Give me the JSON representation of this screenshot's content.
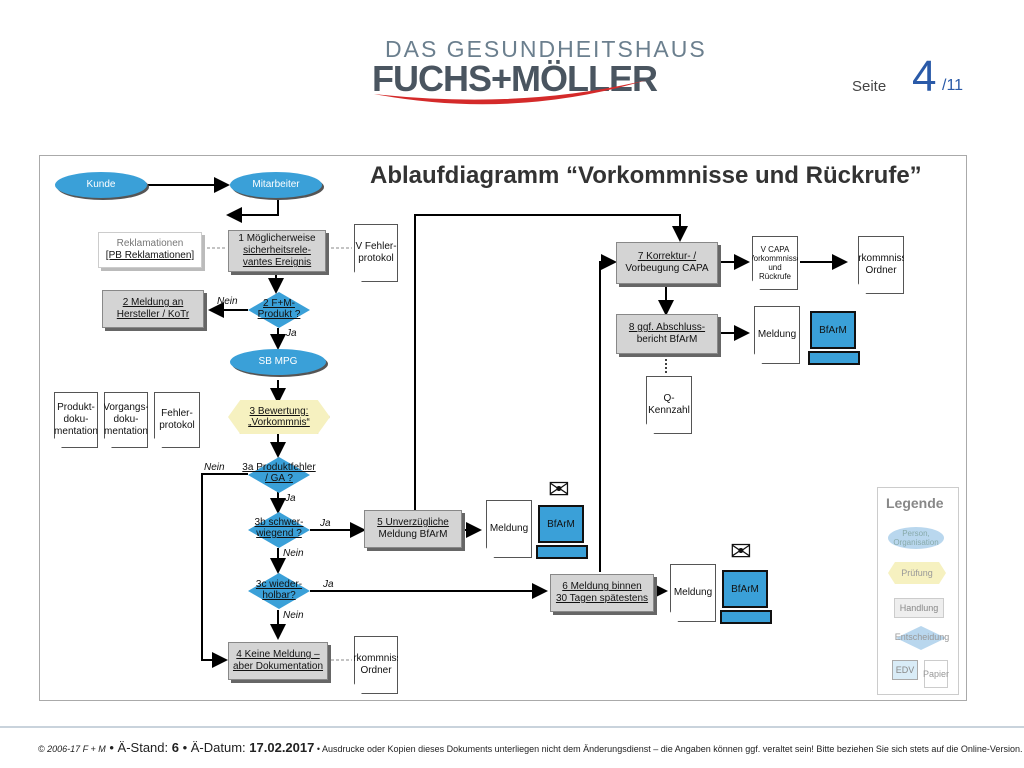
{
  "header": {
    "logo_top": "DAS GESUNDHEITSHAUS",
    "logo_main": "FUCHS+MÖLLER",
    "seite_label": "Seite",
    "page_current": "4",
    "page_total": "/11"
  },
  "diagram": {
    "title": "Ablaufdiagramm “Vorkommnisse und Rückrufe”",
    "nodes": {
      "kunde": "Kunde",
      "mitarbeiter": "Mitarbeiter",
      "reklamationen_1": "Reklamationen",
      "reklamationen_2": "[PB Reklamationen]",
      "step1_1": "1 Möglicherweise",
      "step1_2": "sicherheitsrele-",
      "step1_3": "vantes Ereignis",
      "fehlerprotokol_1": "V Fehler-",
      "fehlerprotokol_2": "protokol",
      "step2_1": "2 Meldung an",
      "step2_2": "Hersteller / KoTr",
      "decision2_1": "2 F+M-",
      "decision2_2": "Produkt ?",
      "sbmpg": "SB MPG",
      "produktdoku_1": "Produkt-",
      "produktdoku_2": "doku-",
      "produktdoku_3": "mentation",
      "vorgangsdoku_1": "Vorgangs-",
      "vorgangsdoku_2": "doku-",
      "vorgangsdoku_3": "mentation",
      "fehler2_1": "Fehler-",
      "fehler2_2": "protokol",
      "step3_1": "3 Bewertung:",
      "step3_2": "„Vorkommnis“",
      "d3a_1": "3a Produktfehler",
      "d3a_2": "/ GA ?",
      "d3b_1": "3b schwer-",
      "d3b_2": "wiegend ?",
      "d3c_1": "3c wieder-",
      "d3c_2": "holbar?",
      "step4_1": "4 Keine Meldung –",
      "step4_2": "aber Dokumentation",
      "vorkordner1_1": "Vorkommnisse-",
      "vorkordner1_2": "Ordner",
      "step5_1": "5 Unverzügliche",
      "step5_2": "Meldung BfArM",
      "meldung5": "Meldung",
      "bfarm5": "BfArM",
      "step6_1": "6 Meldung binnen",
      "step6_2": "30 Tagen spätestens",
      "meldung6": "Meldung",
      "bfarm6": "BfArM",
      "step7_1": "7 Korrektur- /",
      "step7_2": "Vorbeugung CAPA",
      "vcapa_1": "V CAPA",
      "vcapa_2": "Vorkommnisse",
      "vcapa_3": "und",
      "vcapa_4": "Rückrufe",
      "vorkordner2_1": "Vorkommnisse-",
      "vorkordner2_2": "Ordner",
      "step8_1": "8 ggf. Abschluss-",
      "step8_2": "bericht BfArM",
      "meldung8": "Meldung",
      "bfarm8": "BfArM",
      "qkenn_1": "Q-",
      "qkenn_2": "Kennzahl"
    },
    "edge_labels": {
      "nein_d2": "Nein",
      "ja_d2": "Ja",
      "nein_d3a": "Nein",
      "ja_d3a": "Ja",
      "ja_d3b": "Ja",
      "nein_d3b": "Nein",
      "ja_d3c": "Ja",
      "nein_d3c": "Nein"
    },
    "legend": {
      "title": "Legende",
      "person": "Person, Organisation",
      "pruefung": "Prüfung",
      "handlung": "Handlung",
      "entscheidung": "Entscheidung",
      "edv": "EDV",
      "papier": "Papier"
    }
  },
  "footer": {
    "copyright": "© 2006-17 F + M",
    "stand_label": " • Ä-Stand: ",
    "stand": "6",
    "datum_label": " • Ä-Datum: ",
    "datum": "17.02.2017",
    "note": " • Ausdrucke oder Kopien dieses Dokuments unterliegen nicht dem Änderungsdienst – die Angaben können ggf. veraltet sein! Bitte beziehen Sie sich stets auf die Online-Version."
  },
  "colors": {
    "node_blue": "#3aa0d8",
    "page_blue": "#2a5aa8",
    "logo_red": "#d42a2a"
  }
}
